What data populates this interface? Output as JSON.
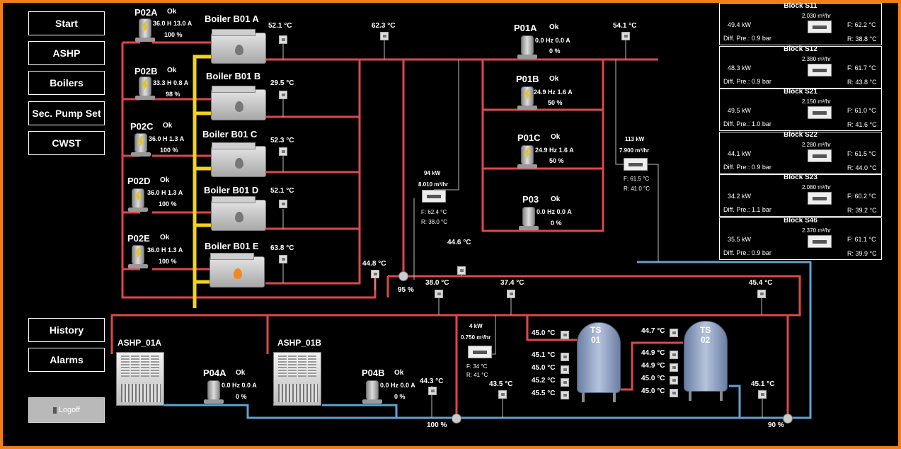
{
  "nav": {
    "start": "Start",
    "ashp": "ASHP",
    "boilers": "Boilers",
    "sec_pump": "Sec. Pump Set",
    "cwst": "CWST",
    "history": "History",
    "alarms": "Alarms",
    "logoff": "Logoff"
  },
  "colors": {
    "frame": "#f07f1b",
    "hot_pipe": "#e0474c",
    "cold_pipe": "#5ea3d0",
    "gas_pipe": "#f2d31a"
  },
  "pumps": {
    "p02a": {
      "name": "P02A",
      "status": "Ok",
      "reading": "36.0 H 13.0 A",
      "speed": "100 %"
    },
    "p02b": {
      "name": "P02B",
      "status": "Ok",
      "reading": "33.3 H  0.8 A",
      "speed": "98 %"
    },
    "p02c": {
      "name": "P02C",
      "status": "Ok",
      "reading": "36.0 H  1.3 A",
      "speed": "100 %"
    },
    "p02d": {
      "name": "P02D",
      "status": "Ok",
      "reading": "36.0 H  1.3 A",
      "speed": "100 %"
    },
    "p02e": {
      "name": "P02E",
      "status": "Ok",
      "reading": "36.0 H  1.3 A",
      "speed": "100 %"
    },
    "p01a": {
      "name": "P01A",
      "status": "Ok",
      "reading": "0.0 Hz  0.0 A",
      "speed": "0 %"
    },
    "p01b": {
      "name": "P01B",
      "status": "Ok",
      "reading": "24.9 Hz  1.6 A",
      "speed": "50 %"
    },
    "p01c": {
      "name": "P01C",
      "status": "Ok",
      "reading": "24.9 Hz  1.6 A",
      "speed": "50 %"
    },
    "p03": {
      "name": "P03",
      "status": "Ok",
      "reading": "0.0 Hz  0.0 A",
      "speed": "0 %"
    },
    "p04a": {
      "name": "P04A",
      "status": "Ok",
      "reading": "0.0 Hz   0.0 A",
      "speed": "0 %"
    },
    "p04b": {
      "name": "P04B",
      "status": "Ok",
      "reading": "0.0 Hz   0.0 A",
      "speed": "0 %"
    }
  },
  "boilers": {
    "b01a": {
      "name": "Boiler B01 A",
      "temp": "52.1 °C",
      "firing": false
    },
    "b01b": {
      "name": "Boiler B01 B",
      "temp": "29.5 °C",
      "firing": false
    },
    "b01c": {
      "name": "Boiler B01 C",
      "temp": "52.3 °C",
      "firing": false
    },
    "b01d": {
      "name": "Boiler B01 D",
      "temp": "52.1 °C",
      "firing": false
    },
    "b01e": {
      "name": "Boiler B01 E",
      "temp": "63.8 °C",
      "firing": true
    }
  },
  "header_temps": {
    "t1": "62.3 °C",
    "t2": "54.1 °C"
  },
  "meter_1": {
    "power": "94 kW",
    "flow": "8.010 m³/hr",
    "f": "F: 62.4 °C",
    "r": "R: 38.0 °C"
  },
  "meter_2": {
    "power": "113 kW",
    "flow": "7.900 m³/hr",
    "f": "F: 61.5 °C",
    "r": "R: 41.0 °C"
  },
  "meter_3": {
    "power": "4 kW",
    "flow": "0.750 m³/hr",
    "f": "F: 34 °C",
    "r": "R: 41 °C"
  },
  "valves": {
    "v1": "95 %",
    "v2": "100 %",
    "v3": "90 %"
  },
  "temps": {
    "t448": "44.8 °C",
    "t446": "44.6 °C",
    "t380": "38.0 °C",
    "t374": "37.4 °C",
    "t454": "45.4 °C",
    "t443": "44.3 °C",
    "t435": "43.5 °C",
    "t451": "45.1 °C"
  },
  "blocks": [
    {
      "name": "Block S11",
      "kw": "49.4 kW",
      "flow": "2.030 m³/hr",
      "f": "F: 62.2 °C",
      "dp": "Diff. Pre.: 0.9 bar",
      "r": "R: 38.8 °C"
    },
    {
      "name": "Block S12",
      "kw": "48.3 kW",
      "flow": "2.380 m³/hr",
      "f": "F: 61.7 °C",
      "dp": "Diff. Pre.: 0.9 bar",
      "r": "R: 43.8 °C"
    },
    {
      "name": "Block S21",
      "kw": "49.5 kW",
      "flow": "2.150 m³/hr",
      "f": "F: 61.0 °C",
      "dp": "Diff. Pre.: 1.0 bar",
      "r": "R: 41.6 °C"
    },
    {
      "name": "Block S22",
      "kw": "44.1 kW",
      "flow": "2.280 m³/hr",
      "f": "F: 61.5 °C",
      "dp": "Diff. Pre.: 0.9 bar",
      "r": "R: 44.0 °C"
    },
    {
      "name": "Block S23",
      "kw": "34.2 kW",
      "flow": "2.080 m³/hr",
      "f": "F: 60.2 °C",
      "dp": "Diff. Pre.: 1.1 bar",
      "r": "R: 39.2 °C"
    },
    {
      "name": "Block S46",
      "kw": "35.5 kW",
      "flow": "2.370 m³/hr",
      "f": "F: 61.1 °C",
      "dp": "Diff. Pre.: 0.9 bar",
      "r": "R: 39.9 °C"
    }
  ],
  "ashp": {
    "a": "ASHP_01A",
    "b": "ASHP_01B"
  },
  "tanks": {
    "ts01": {
      "name": "TS\n01",
      "temps": [
        "45.0 °C",
        "45.1 °C",
        "45.0 °C",
        "45.2 °C",
        "45.5 °C"
      ]
    },
    "ts02": {
      "name": "TS\n02",
      "temps": [
        "44.7 °C",
        "44.9 °C",
        "44.9 °C",
        "45.0 °C",
        "45.0 °C"
      ]
    }
  }
}
